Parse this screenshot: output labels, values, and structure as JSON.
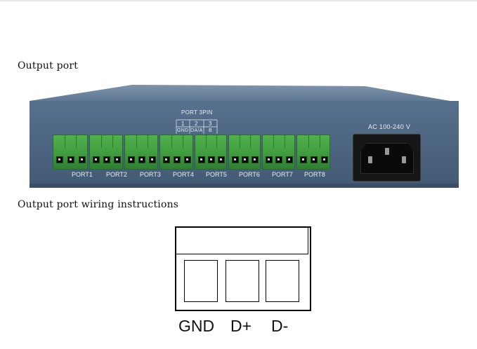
{
  "captions": {
    "output_port": "Output port",
    "wiring_instructions": "Output port wiring instructions"
  },
  "device": {
    "body_color": "#4f6c8b",
    "pin_header": {
      "title": "PORT  3PIN",
      "numbers": [
        "1",
        "2",
        "3"
      ],
      "names": [
        "GND",
        "DA/A",
        "B"
      ]
    },
    "power_label": "AC 100-240 V",
    "ports": [
      "PORT1",
      "PORT2",
      "PORT3",
      "PORT4",
      "PORT5",
      "PORT6",
      "PORT7",
      "PORT8"
    ],
    "terminal_color": "#46a845"
  },
  "wiring": {
    "labels": [
      "GND",
      "D+",
      "D-"
    ]
  }
}
